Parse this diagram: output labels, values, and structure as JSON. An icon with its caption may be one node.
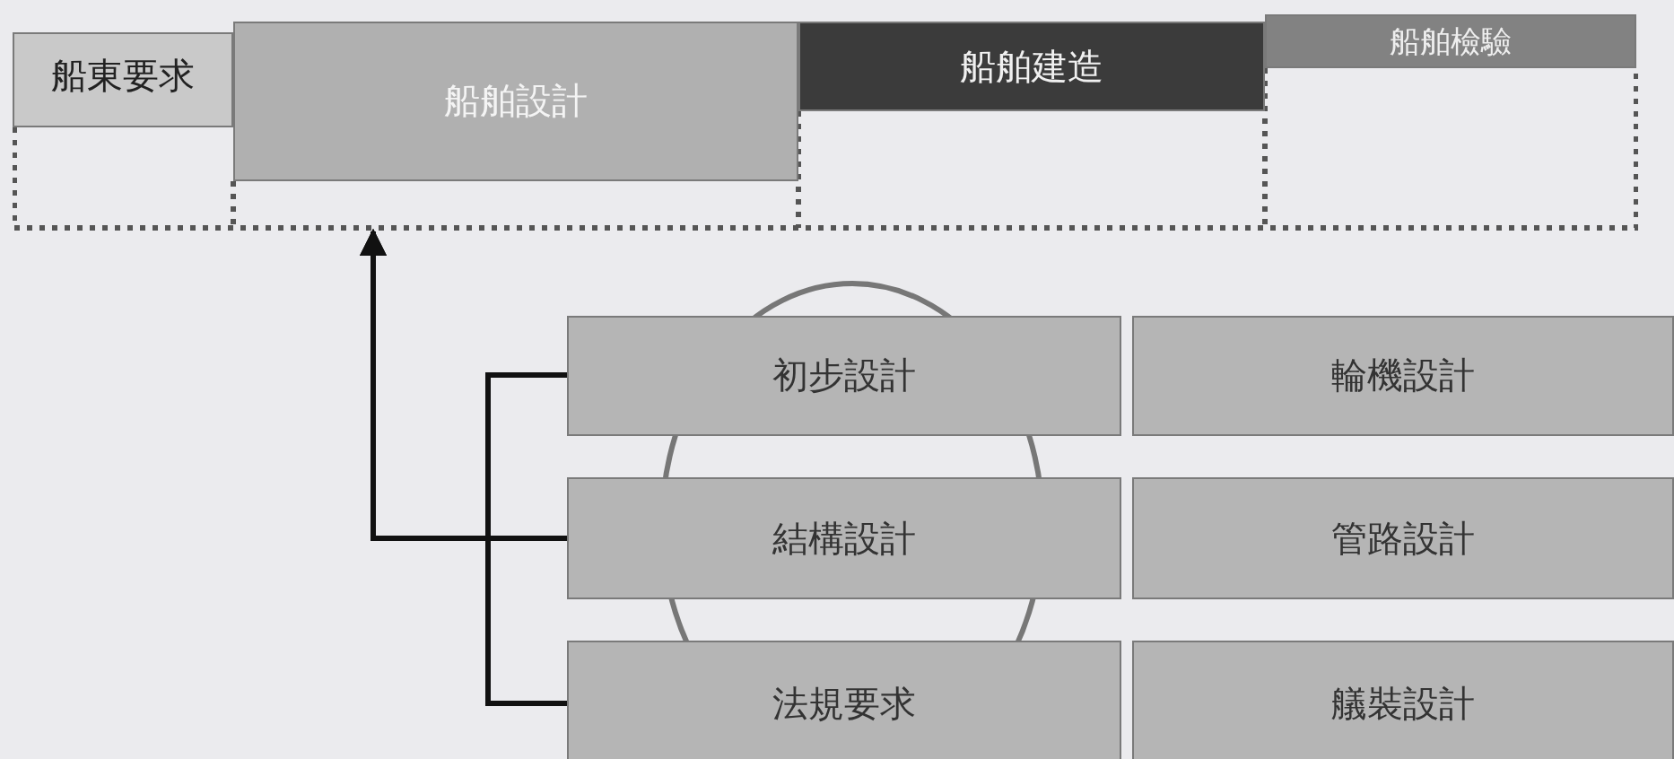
{
  "diagram": {
    "nodes": [
      {
        "text": [],
        "shape": "box"
      },
      {
        "text": [
          "船東要求"
        ]
      },
      {
        "text": [
          "船舶設計"
        ]
      },
      {
        "text": [
          "船舶建造"
        ]
      },
      {
        "text": [
          "船舶檢驗"
        ]
      },
      {
        "text": [
          "初步設計"
        ]
      },
      {
        "text": [
          "輪機設計"
        ]
      },
      {
        "text": [
          "結構設計"
        ]
      },
      {
        "text": [
          "管路設計"
        ]
      },
      {
        "text": [
          "法規要求"
        ]
      },
      {
        "text": [
          "艤裝設計"
        ]
      }
    ],
    "edges": [
      {
        "from": 5,
        "to": 0,
        "arrow": "to"
      },
      {
        "from": 7,
        "to": 0,
        "arrow": "to"
      },
      {
        "from": 9,
        "to": 0,
        "arrow": "to"
      }
    ]
  }
}
